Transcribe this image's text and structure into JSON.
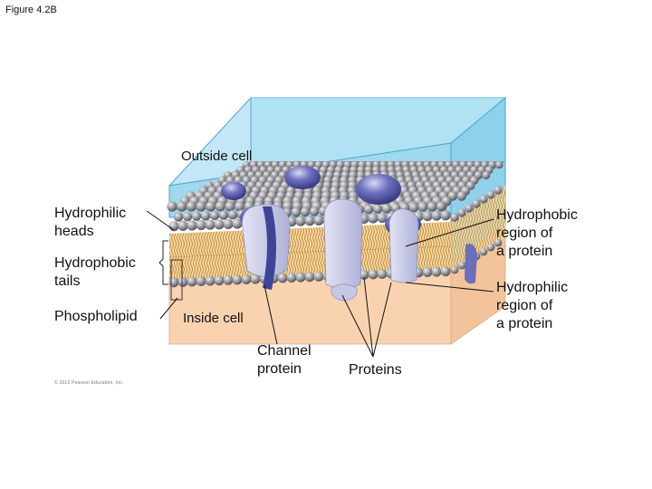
{
  "figure_label": "Figure 4.2B",
  "labels": {
    "outside_cell": "Outside cell",
    "inside_cell": "Inside cell",
    "hydrophilic_heads": "Hydrophilic\nheads",
    "hydrophobic_tails": "Hydrophobic\ntails",
    "phospholipid": "Phospholipid",
    "hydrophobic_region": "Hydrophobic\nregion of\na protein",
    "hydrophilic_region": "Hydrophilic\nregion of\na protein",
    "channel_protein": "Channel\nprotein",
    "proteins": "Proteins"
  },
  "copyright": "© 2013 Pearson Education, Inc.",
  "colors": {
    "water": "#9fd8ef",
    "water_edge": "#4aa7d1",
    "cytoplasm": "#f9d3b0",
    "head": "#9c9ca3",
    "tail": "#d9a75a",
    "protein": "#c7c8e6",
    "protein_dark": "#4b4f9c"
  }
}
